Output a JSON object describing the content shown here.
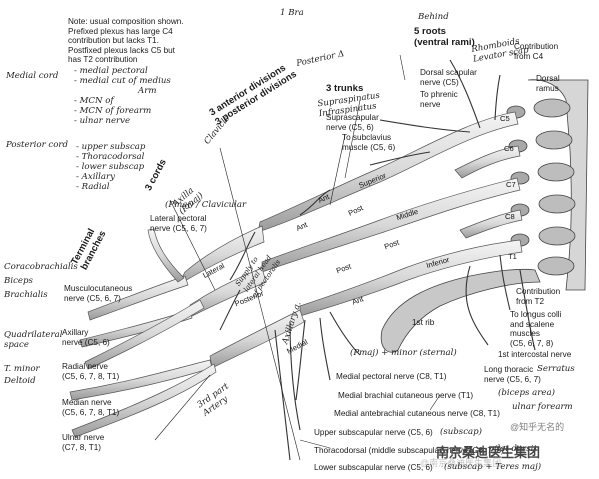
{
  "note": {
    "lines": [
      "Note: usual composition shown.",
      "Prefixed plexus has large C4",
      "contribution but lacks T1.",
      "Postfixed plexus lacks C5 but",
      "has T2 contribution"
    ]
  },
  "labels": {
    "roots_title": [
      "5 roots",
      "(ventral rami)"
    ],
    "contribution_c4": [
      "Contribution",
      "from C4"
    ],
    "dorsal_ramus": [
      "Dorsal",
      "ramus"
    ],
    "dorsal_scapular": [
      "Dorsal scapular",
      "nerve (C5)"
    ],
    "to_phrenic": [
      "To phrenic",
      "nerve"
    ],
    "trunks_title": "3 trunks",
    "suprascapular": [
      "Suprascapular",
      "nerve (C5, 6)"
    ],
    "subclavius": [
      "To subclavius",
      "muscle (C5, 6)"
    ],
    "divisions_title": [
      "3 anterior divisions",
      "3 posterior divisions"
    ],
    "cords_title": "3 cords",
    "lateral_pectoral": [
      "Lateral pectoral",
      "nerve (C5, 6, 7)"
    ],
    "terminal_branches": [
      "Terminal",
      "branches"
    ],
    "musculocutaneous": [
      "Musculocutaneous",
      "nerve (C5, 6, 7)"
    ],
    "axillary": [
      "Axillary",
      "nerve (C5, 6)"
    ],
    "radial": [
      "Radial nerve",
      "(C5, 6, 7, 8, T1)"
    ],
    "median": [
      "Median nerve",
      "(C5, 6, 7, 8, T1)"
    ],
    "ulnar": [
      "Ulnar nerve",
      "(C7, 8, T1)"
    ],
    "first_rib": "1st rib",
    "contribution_t2": [
      "Contribution",
      "from T2"
    ],
    "longus_colli": [
      "To longus colli",
      "and scalene",
      "muscles",
      "(C5, 6, 7, 8)"
    ],
    "first_intercostal": "1st intercostal nerve",
    "long_thoracic": [
      "Long thoracic",
      "nerve (C5, 6, 7)"
    ],
    "medial_pectoral": "Medial pectoral nerve (C8, T1)",
    "medial_brachial": "Medial brachial cutaneous nerve (T1)",
    "medial_antebrachial": "Medial antebrachial cutaneous nerve (C8, T1)",
    "upper_subscapular": "Upper subscapular nerve (C5, 6)",
    "thoracodorsal": "Thoracodorsal (middle subscapular) nerve (C6, 7, 8)",
    "lower_subscapular": "Lower subscapular nerve (C5, 6)",
    "trunk_superior": "Superior",
    "trunk_middle": "Middle",
    "trunk_inferior": "Inferior",
    "cord_lateral": "Lateral",
    "cord_posterior": "Posterior",
    "cord_medial": "Medial",
    "c5": "C5",
    "c6": "C6",
    "c7": "C7",
    "c8": "C8",
    "t1": "T1",
    "ant1": "Ant",
    "ant2": "Ant",
    "ant3": "Ant",
    "post1": "Post",
    "post2": "Post",
    "post3": "Post"
  },
  "handwriting": {
    "medial_cord_head": "Medial cord",
    "medial_list": [
      "- medial pectoral",
      "- medial cut of medius",
      "Arm",
      "- MCN of",
      "- MCN of forearm",
      "- ulnar nerve"
    ],
    "posterior_cord_head": "Posterior cord",
    "posterior_list": [
      "- upper subscap",
      "- Thoracodorsal",
      "- lower subscap",
      "- Axillary",
      "- Radial"
    ],
    "top_c": "1 Bra",
    "posterior_delta": "Posterior Δ",
    "behind": "Behind",
    "rhomboids": [
      "Rhomboids",
      "Levator scap"
    ],
    "supraspinatus": [
      "Supraspinatus",
      "Infraspinatus"
    ],
    "clavicle": "Clavicle",
    "axilla": [
      "Axilla",
      "(Pmaj)"
    ],
    "pmaj_clav": "(Pmaj) / Clavicular",
    "coracobrachialis": [
      "Coracobrachialis",
      "Biceps",
      "Brachialis"
    ],
    "quadrilateral": [
      "Quadrilateral",
      "space"
    ],
    "tminor": [
      "T. minor",
      "Deltoid"
    ],
    "artery": "Axillary a.",
    "pmaj_minor": "(Pmaj) + minor (sternal)",
    "serratus": "Serratus",
    "biceps_area": "(biceps area)",
    "ulnar_forearm": "ulnar forearm",
    "subscap": "(subscap)",
    "lat_dorsi": "(lat dorsi)",
    "subscap_teres": "(subscap + Teres maj)",
    "third_part": [
      "3rd part",
      "Artery"
    ],
    "supply_to": [
      "Supply to",
      "lateral head",
      "of pectoralis"
    ]
  },
  "watermark": {
    "line1": "@南京桑迪医生集团",
    "line2": "南京桑迪医生集团",
    "source": "@知乎无名的"
  }
}
